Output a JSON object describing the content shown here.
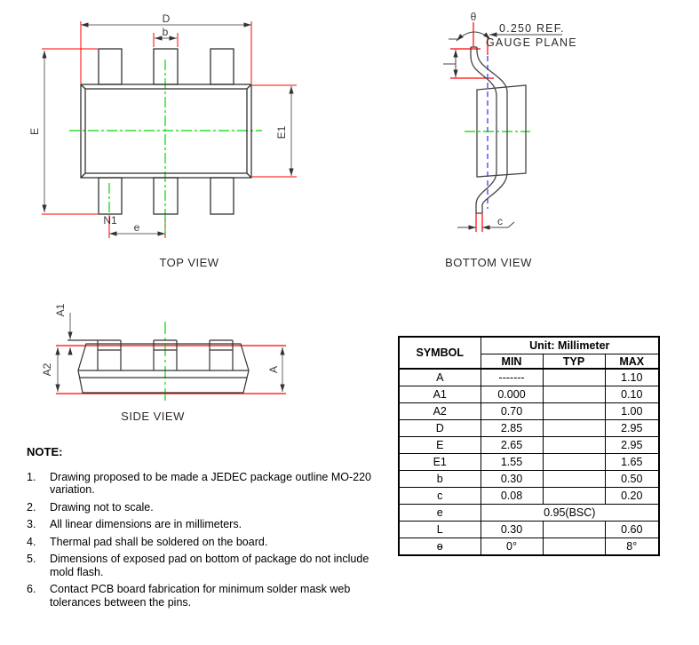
{
  "top_view": {
    "caption": "TOP VIEW",
    "labels": {
      "D": "D",
      "b": "b",
      "E": "E",
      "E1": "E1",
      "N1": "N1",
      "e": "e"
    }
  },
  "bottom_view": {
    "caption": "BOTTOM VIEW",
    "labels": {
      "theta": "θ",
      "gauge_ref": "0.250 REF.",
      "gauge_plane": "GAUGE PLANE",
      "c": "c"
    }
  },
  "side_view": {
    "caption": "SIDE VIEW",
    "labels": {
      "A1": "A1",
      "A2": "A2",
      "A": "A"
    }
  },
  "table": {
    "header": {
      "symbol": "SYMBOL",
      "unit": "Unit: Millimeter",
      "min": "MIN",
      "typ": "TYP",
      "max": "MAX"
    },
    "rows": [
      {
        "symbol": "A",
        "min": "-------",
        "typ": "",
        "max": "1.10"
      },
      {
        "symbol": "A1",
        "min": "0.000",
        "typ": "",
        "max": "0.10"
      },
      {
        "symbol": "A2",
        "min": "0.70",
        "typ": "",
        "max": "1.00"
      },
      {
        "symbol": "D",
        "min": "2.85",
        "typ": "",
        "max": "2.95"
      },
      {
        "symbol": "E",
        "min": "2.65",
        "typ": "",
        "max": "2.95"
      },
      {
        "symbol": "E1",
        "min": "1.55",
        "typ": "",
        "max": "1.65"
      },
      {
        "symbol": "b",
        "min": "0.30",
        "typ": "",
        "max": "0.50"
      },
      {
        "symbol": "c",
        "min": "0.08",
        "typ": "",
        "max": "0.20"
      },
      {
        "symbol": "e",
        "span": "0.95(BSC)"
      },
      {
        "symbol": "L",
        "min": "0.30",
        "typ": "",
        "max": "0.60"
      },
      {
        "symbol": "ɵ",
        "min": "0°",
        "typ": "",
        "max": "8°"
      }
    ]
  },
  "notes": {
    "title": "NOTE:",
    "items": [
      {
        "num": "1.",
        "text": "Drawing proposed to be made a JEDEC package outline MO-220 variation."
      },
      {
        "num": "2.",
        "text": "Drawing not to scale."
      },
      {
        "num": "3.",
        "text": "All linear dimensions are in millimeters."
      },
      {
        "num": "4.",
        "text": "Thermal pad shall be soldered on the board."
      },
      {
        "num": "5.",
        "text": "Dimensions of exposed pad on bottom of package do not include mold flash."
      },
      {
        "num": "6.",
        "text": "Contact PCB board fabrication for minimum solder mask web tolerances between the pins."
      }
    ]
  },
  "colors": {
    "outline": "#333333",
    "dimension": "#666666",
    "extension_red": "#ff0000",
    "centerline_green": "#00d800",
    "gauge_blue": "#4a4aff"
  }
}
